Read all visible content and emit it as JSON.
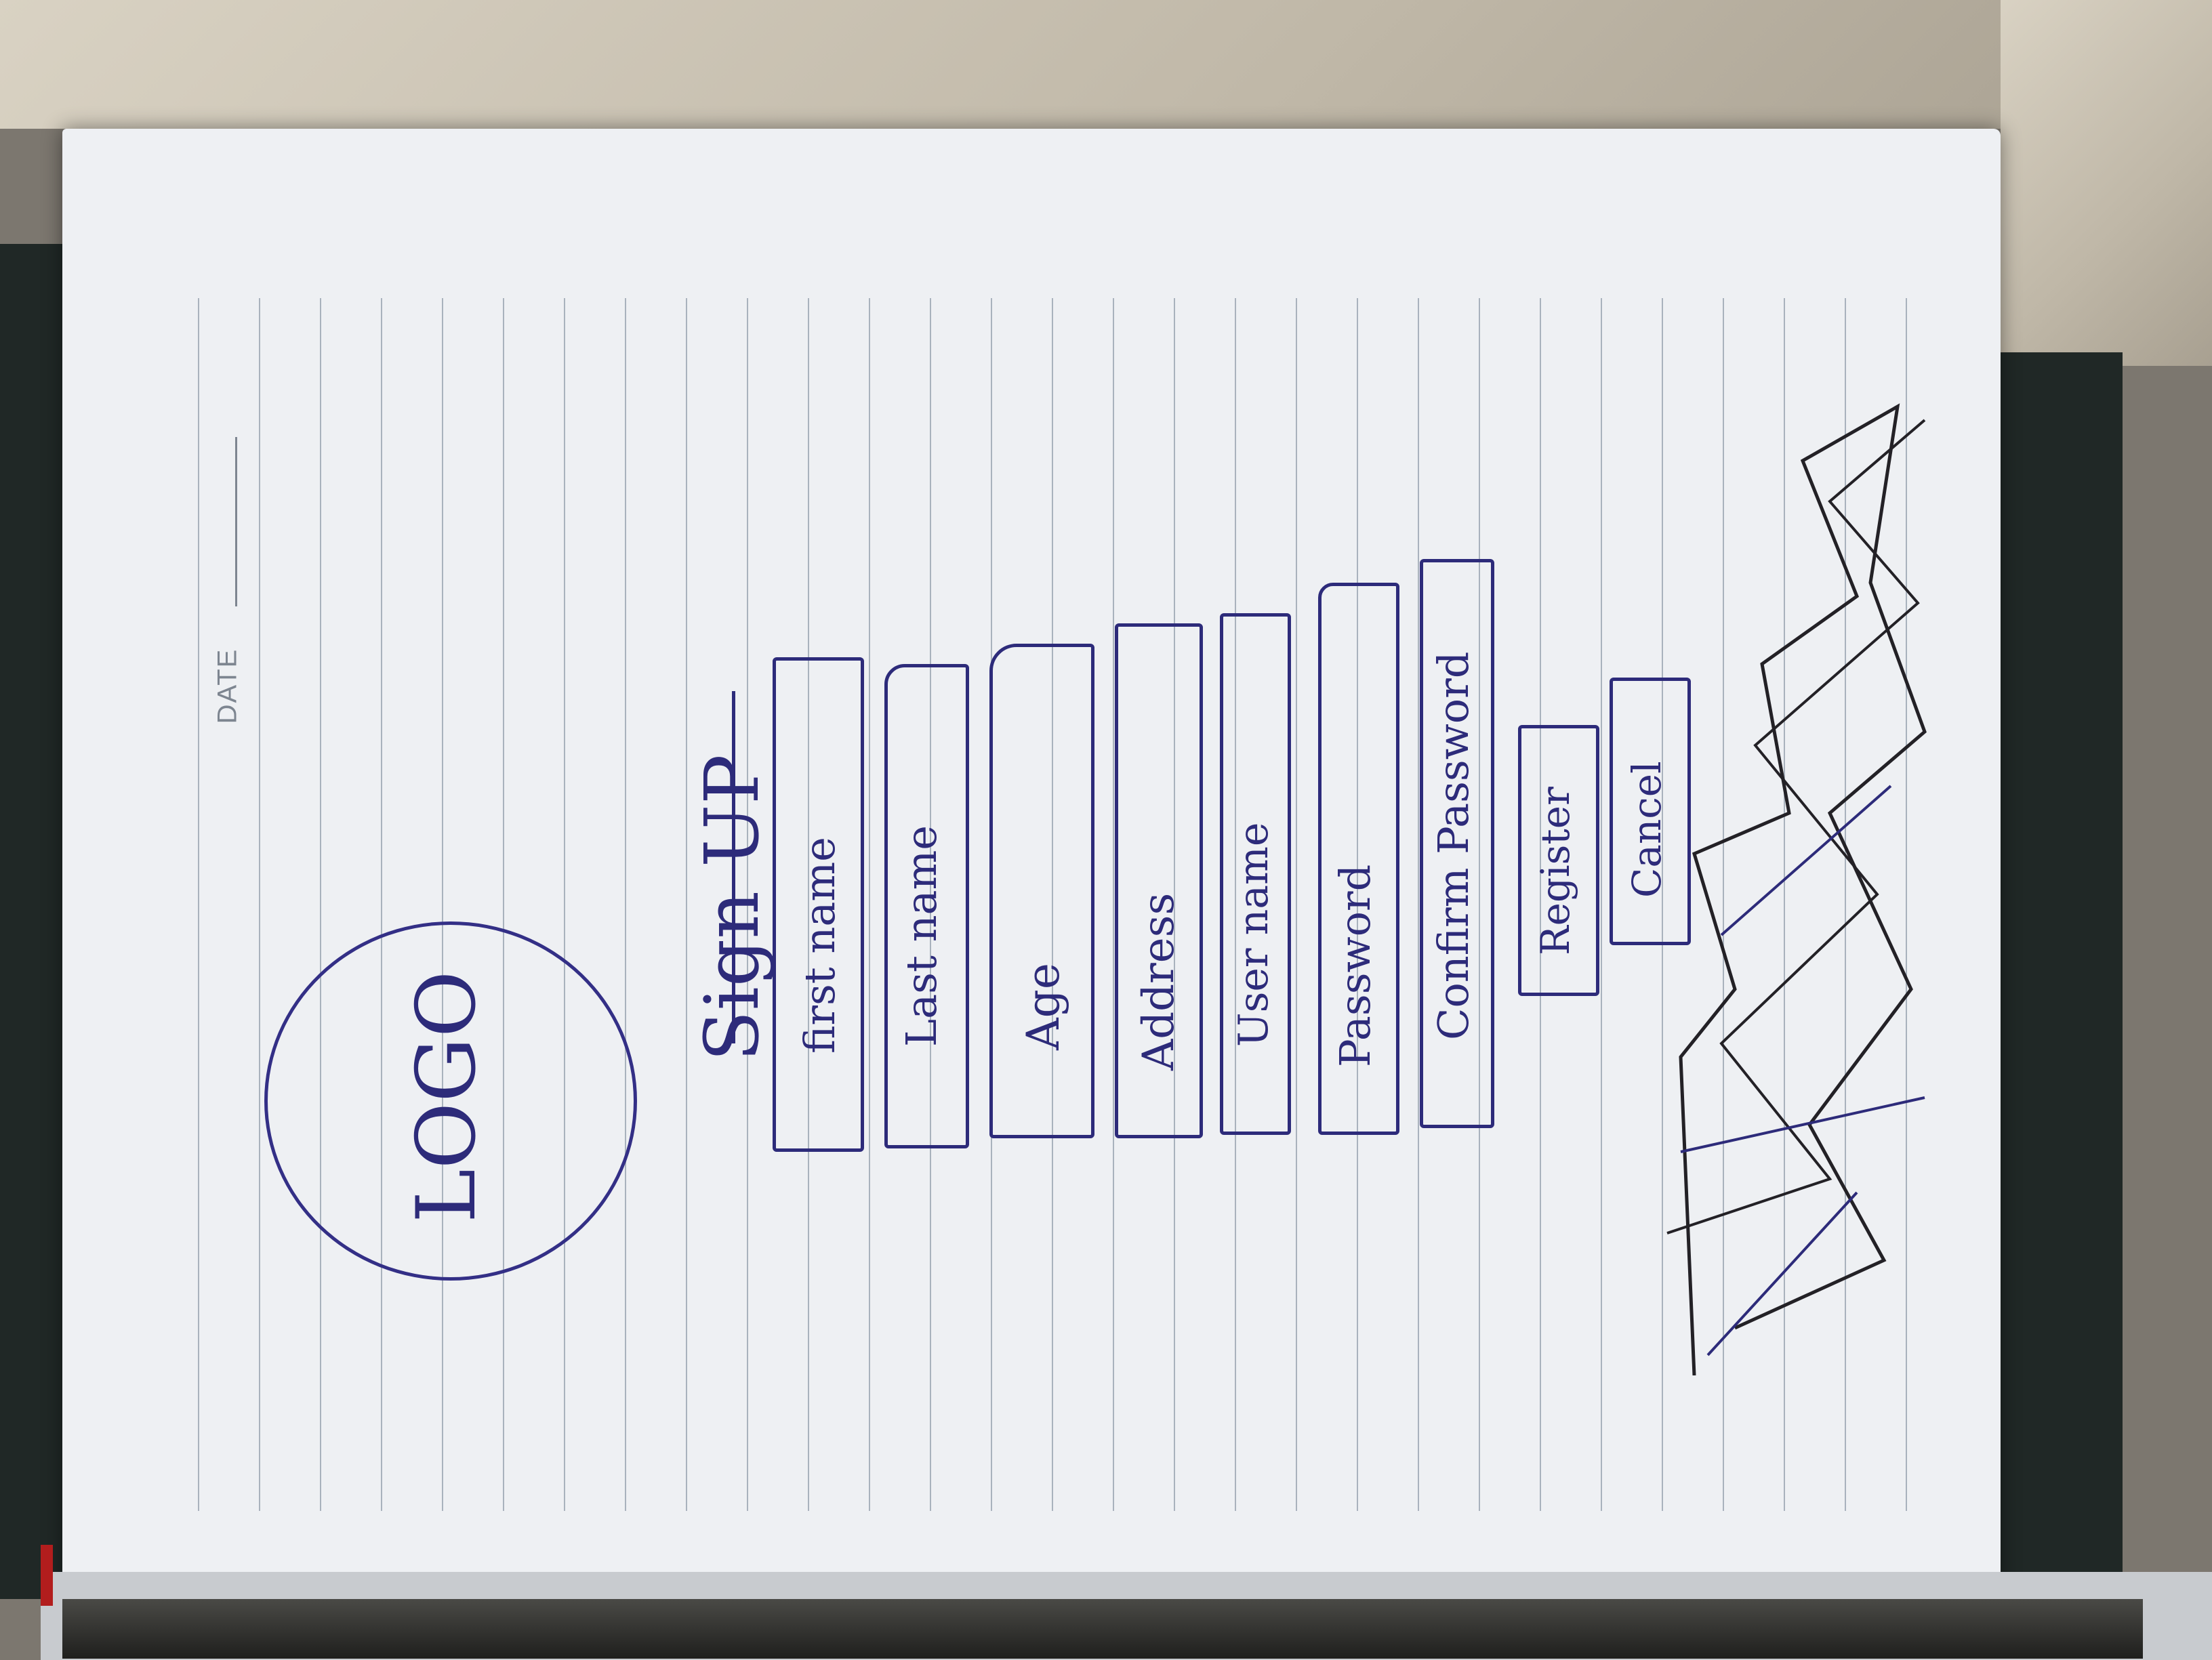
{
  "notebook": {
    "date_label": "DATE"
  },
  "sketch": {
    "logo_text": "LOGO",
    "heading": "Sign UP",
    "fields": [
      {
        "label": "first name"
      },
      {
        "label": "Last name"
      },
      {
        "label": "Age"
      },
      {
        "label": "Address"
      },
      {
        "label": "User name"
      },
      {
        "label": "Password"
      },
      {
        "label": "Confirm Password"
      }
    ],
    "buttons": {
      "register": "Register",
      "cancel": "Cancel"
    }
  },
  "colors": {
    "ink": "#2d2b7a",
    "paper": "#eef0f3",
    "rule_lines": "#a9b2bd"
  }
}
